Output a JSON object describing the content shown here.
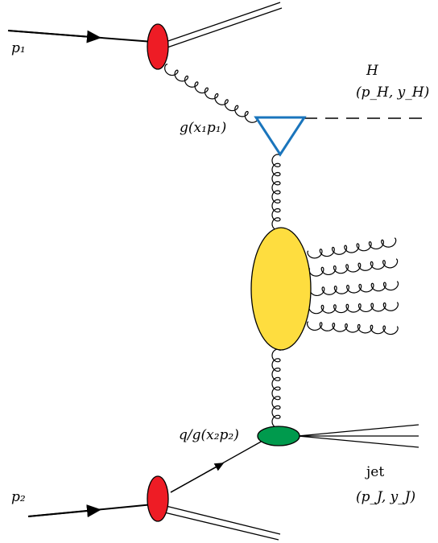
{
  "labels": {
    "p1": "p₁",
    "p2": "p₂",
    "higgs": "H",
    "higgs_kin": "(p_H, y_H)",
    "gluon1": "g(x₁p₁)",
    "parton2": "q/g(x₂p₂)",
    "jet": "jet",
    "jet_kin": "(p_J, y_J)"
  },
  "colors": {
    "proton_blob": "#ee1c25",
    "triangle": "#1a75bc",
    "central_blob": "#fedd3f",
    "jet_blob": "#009a4d"
  }
}
